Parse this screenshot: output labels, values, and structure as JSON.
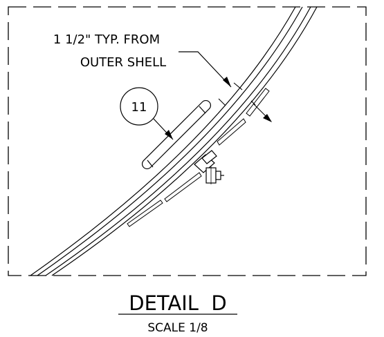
{
  "callout": {
    "line1": "1 1/2\" TYP. FROM",
    "line2": "OUTER SHELL"
  },
  "balloon": {
    "number": "11"
  },
  "title": {
    "name": "DETAIL  D",
    "scale": "SCALE 1/8"
  }
}
